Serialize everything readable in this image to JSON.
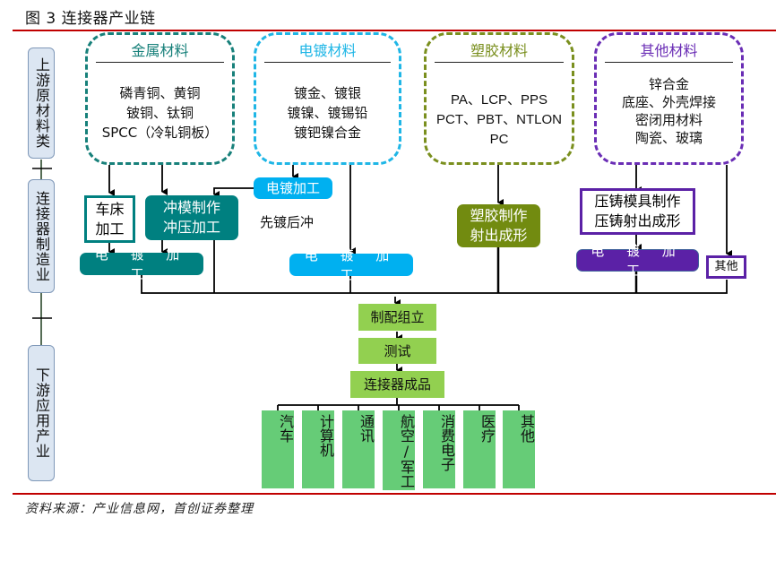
{
  "figure": {
    "title": "图 3 连接器产业链",
    "source": "资料来源：产业信息网，首创证券整理"
  },
  "stages": [
    {
      "label": "上游原材料类"
    },
    {
      "label": "连接器制造业"
    },
    {
      "label": "下游应用产业"
    }
  ],
  "materials": [
    {
      "title": "金属材料",
      "color": "#17807a",
      "lines": [
        "磷青铜、黄铜",
        "铍铜、钛铜",
        "SPCC（冷轧铜板）"
      ]
    },
    {
      "title": "电镀材料",
      "color": "#1fb6e6",
      "lines": [
        "镀金、镀银",
        "镀镍、镀锡铅",
        "镀钯镍合金"
      ]
    },
    {
      "title": "塑胶材料",
      "color": "#7a8f1e",
      "lines": [
        "PA、LCP、PPS",
        "PCT、PBT、NTLON",
        "PC"
      ]
    },
    {
      "title": "其他材料",
      "color": "#6a2db5",
      "lines": [
        "锌合金",
        "底座、外壳焊接",
        "密闭用材料",
        "陶瓷、玻璃"
      ]
    }
  ],
  "processes": {
    "lathe": {
      "line1": "车床",
      "line2": "加工"
    },
    "stamping": {
      "line1": "冲模制作",
      "line2": "冲压加工"
    },
    "metal_plating": "电 镀 加 工",
    "pre_plating": "电镀加工",
    "plate_then_punch": "先镀后冲",
    "plating_plating": "电 镀 加 工",
    "plastic": {
      "line1": "塑胶制作",
      "line2": "射出成形"
    },
    "die_casting": {
      "line1": "压铸模具制作",
      "line2": "压铸射出成形"
    },
    "other_plating": "电 镀 加 工",
    "other": "其他"
  },
  "assembly": [
    {
      "label": "制配组立"
    },
    {
      "label": "测试"
    },
    {
      "label": "连接器成品"
    }
  ],
  "applications": [
    {
      "label": "汽车"
    },
    {
      "label": "计算机"
    },
    {
      "label": "通讯"
    },
    {
      "label": "航空/军工"
    },
    {
      "label": "消费电子"
    },
    {
      "label": "医疗"
    },
    {
      "label": "其他"
    }
  ],
  "colors": {
    "rule": "#c00000",
    "teal": "#008080",
    "sky": "#00b0f0",
    "olive": "#728b10",
    "purple": "#5b21a6",
    "assembly_green": "#92d050",
    "application_green": "#66cc77",
    "stage_fill": "#dce6f2"
  }
}
